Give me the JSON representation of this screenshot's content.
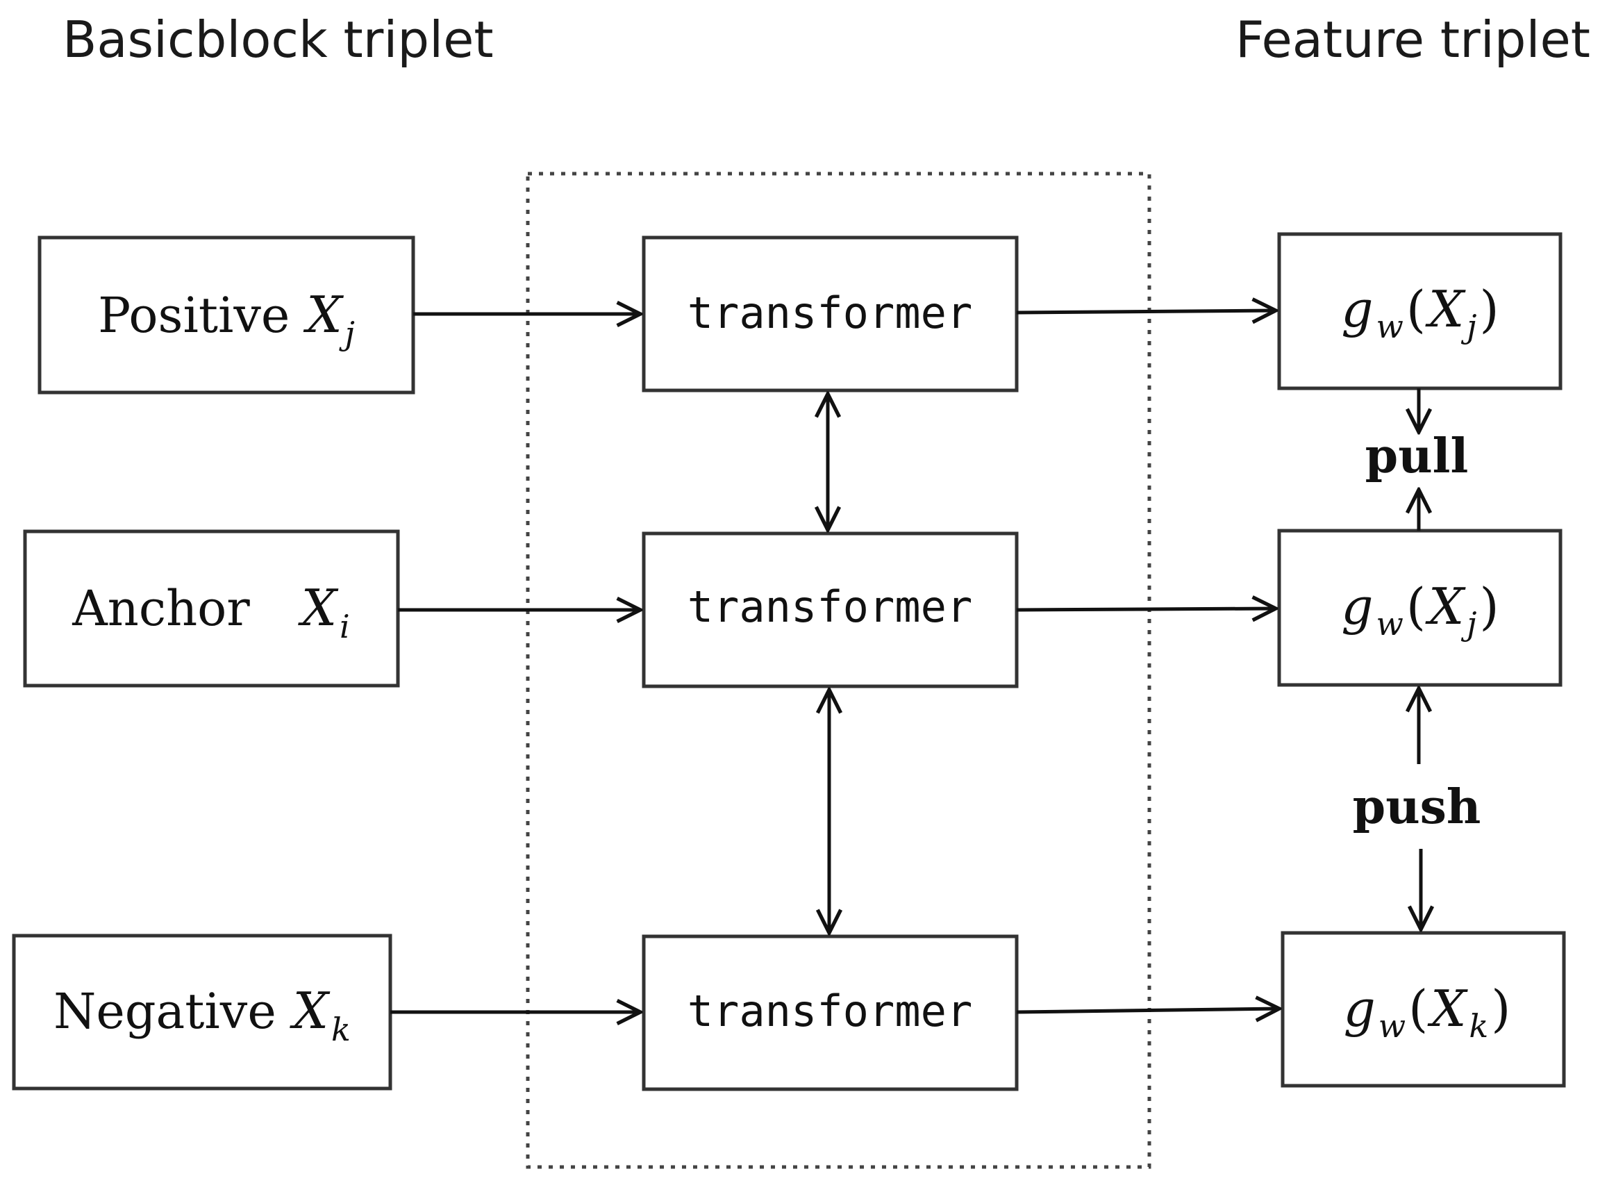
{
  "headings": {
    "left": "Basicblock triplet",
    "right": "Feature triplet"
  },
  "inputs": {
    "positive": {
      "label": "Positive",
      "var": "X",
      "sub": "j"
    },
    "anchor": {
      "label": "Anchor",
      "var": "X",
      "sub": "i"
    },
    "negative": {
      "label": "Negative",
      "var": "X",
      "sub": "k"
    }
  },
  "encoders": {
    "top": "transformer",
    "middle": "transformer",
    "bottom": "transformer"
  },
  "outputs": {
    "top": {
      "func": "g",
      "func_sub": "w",
      "open": "(",
      "var": "X",
      "sub": "j",
      "close": ")"
    },
    "middle": {
      "func": "g",
      "func_sub": "w",
      "open": "(",
      "var": "X",
      "sub": "j",
      "close": ")"
    },
    "bottom": {
      "func": "g",
      "func_sub": "w",
      "open": "(",
      "var": "X",
      "sub": "k",
      "close": ")"
    }
  },
  "relations": {
    "pull": "pull",
    "push": "push"
  }
}
